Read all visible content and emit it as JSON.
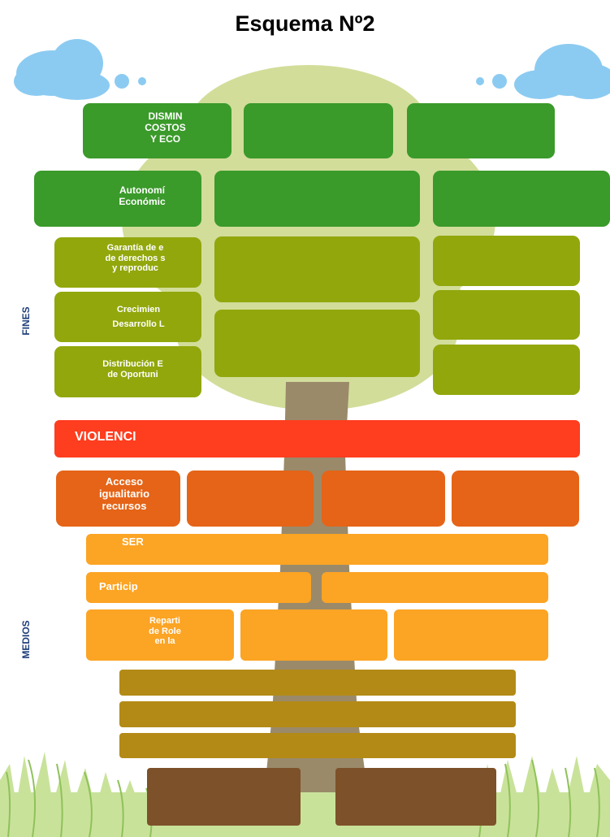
{
  "title": "Esquema Nº2",
  "labels": {
    "fines": "FINES",
    "medios": "MEDIOS"
  },
  "colors": {
    "green_dark": "#3a9a2a",
    "green_olive": "#92a70c",
    "red": "#ff3d1f",
    "orange_dark": "#e56417",
    "orange_light": "#fca424",
    "ochre": "#b38a16",
    "brown": "#7d5129",
    "foliage": "#d2dd9a",
    "trunk": "#9a8a6a",
    "cloud": "#8ccbf1",
    "side_label": "#1f3f7a"
  },
  "fines": {
    "row1": [
      "DISMIN\nCOSTOS\nY ECO",
      "",
      ""
    ],
    "row2": [
      "Autonomí\nEconómic",
      "",
      ""
    ],
    "row3": [
      "Garantía de e\nde derechos s\ny reproduc",
      "",
      ""
    ],
    "row4": [
      "Crecimien\nDesarrollo L",
      "",
      ""
    ],
    "row5": [
      "Distribución E\nde Oportuni",
      "",
      ""
    ]
  },
  "core_problem": "VIOLENCI",
  "medios": {
    "row1": [
      "Acceso\nigualitario\nrecursos",
      "",
      "",
      ""
    ],
    "row2": "SER",
    "row3": [
      "Particip",
      ""
    ],
    "row4": [
      "Reparti\nde Role\nen la",
      "",
      ""
    ]
  },
  "icons": [
    "cloud-left-icon",
    "cloud-right-icon",
    "tree-illustration",
    "grass-illustration"
  ]
}
